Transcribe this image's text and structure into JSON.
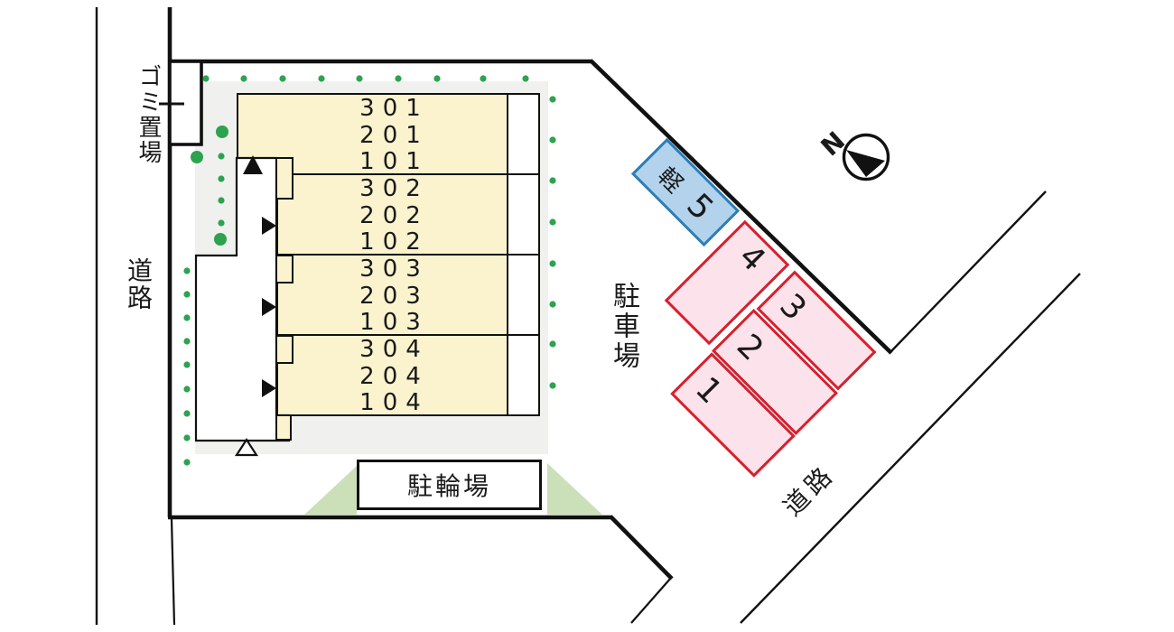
{
  "site": {
    "garbage_label": "ゴミ置場",
    "road_label_left": "道路",
    "road_label_bottom_right": "道路",
    "parking_area_label": "駐車場",
    "bicycle_area_label": "駐輪場",
    "compass_label": "N"
  },
  "building": {
    "rows": [
      {
        "units": [
          "301",
          "201",
          "101"
        ]
      },
      {
        "units": [
          "302",
          "202",
          "102"
        ]
      },
      {
        "units": [
          "303",
          "203",
          "103"
        ]
      },
      {
        "units": [
          "304",
          "204",
          "104"
        ]
      }
    ]
  },
  "parking": {
    "spaces": [
      {
        "number": "5",
        "vehicle_label": "軽",
        "type": "kei-car"
      },
      {
        "number": "4",
        "type": "standard"
      },
      {
        "number": "3",
        "type": "standard"
      },
      {
        "number": "2",
        "type": "standard"
      },
      {
        "number": "1",
        "type": "standard"
      }
    ]
  },
  "colors": {
    "building_fill": "#FAF3CE",
    "ground_fill": "#F0F0EE",
    "parking_fill": "#FCE3EB",
    "parking_border": "#D7202E",
    "kei_fill": "#B3D2EC",
    "kei_border": "#2E7EB5",
    "greenery": "#2DA24F",
    "green_triangle": "#CBE0B8",
    "line": "#111111"
  }
}
